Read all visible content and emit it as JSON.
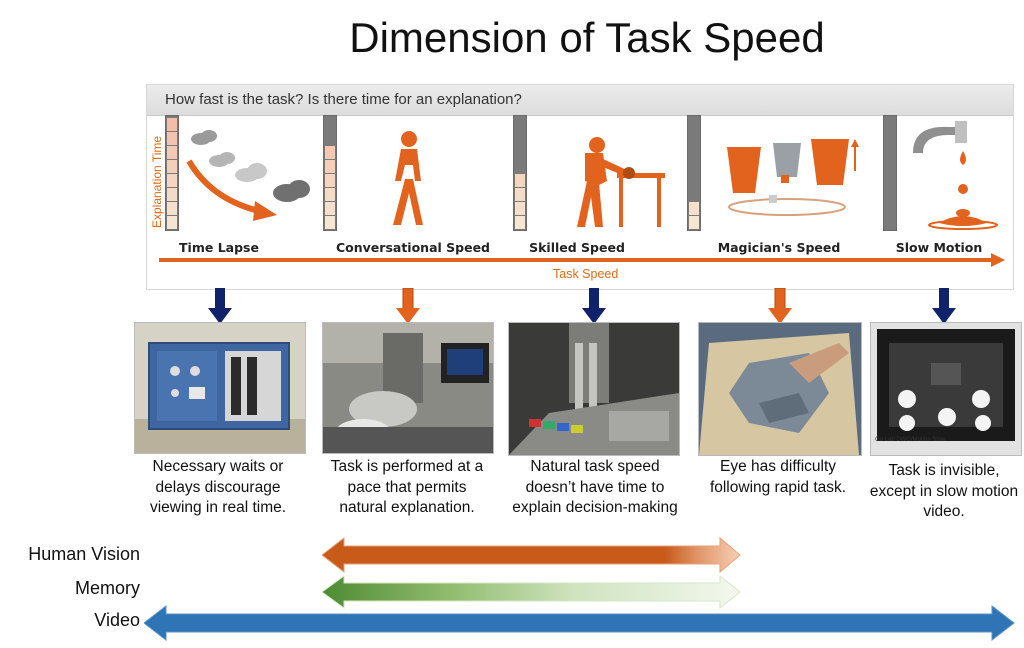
{
  "title": "Dimension of Task Speed",
  "panel": {
    "question": "How fast is the task? Is there time for an explanation?",
    "y_axis_label": "Explanation Time",
    "x_axis_label": "Task Speed",
    "stages": [
      {
        "label": "Time Lapse",
        "meter_level": 1.0
      },
      {
        "label": "Conversational Speed",
        "meter_level": 0.75
      },
      {
        "label": "Skilled Speed",
        "meter_level": 0.5
      },
      {
        "label": "Magician's Speed",
        "meter_level": 0.25
      },
      {
        "label": "Slow Motion",
        "meter_level": 0.0
      }
    ]
  },
  "photos": [
    {
      "caption": "Necessary waits or delays discourage viewing in real time.",
      "arrow_color": "#10226a",
      "photo_kind": "lab-machine"
    },
    {
      "caption": "Task is performed at a pace that permits natural explanation.",
      "arrow_color": "#e2631d",
      "photo_kind": "microscope-work"
    },
    {
      "caption": "Natural task speed doesn’t have time to explain decision-making",
      "arrow_color": "#10226a",
      "photo_kind": "pick-and-place"
    },
    {
      "caption": "Eye has difficulty following rapid task.",
      "arrow_color": "#e2631d",
      "photo_kind": "shirt-folding"
    },
    {
      "caption": "Task is invisible, except in slow motion video.",
      "arrow_color": "#10226a",
      "photo_kind": "circuit-board"
    }
  ],
  "photo_overlay_text": "Go Lab DWG/Motion Slow",
  "ranges": [
    {
      "label": "Human Vision",
      "color": "#c85a1a"
    },
    {
      "label": "Memory",
      "color": "#5f9a3f"
    },
    {
      "label": "Video",
      "color": "#2f74b5"
    }
  ],
  "colors": {
    "accent_orange": "#e2631d",
    "navy": "#10226a",
    "meter_gray": "#7a7a7a"
  }
}
